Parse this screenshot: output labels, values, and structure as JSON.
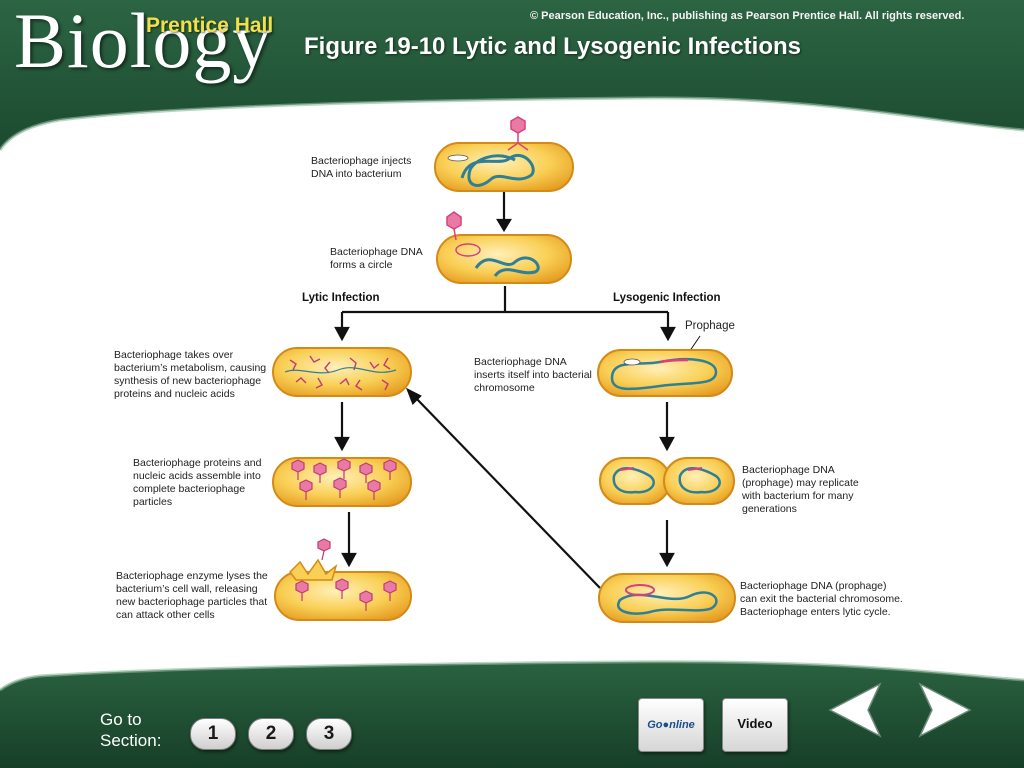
{
  "header": {
    "brand_main": "Biology",
    "brand_sub": "Prentice Hall",
    "copyright": "© Pearson Education, Inc., publishing as Pearson Prentice Hall. All rights reserved.",
    "title": "Figure 19-10 Lytic and Lysogenic Infections"
  },
  "diagram": {
    "step1": [
      "Bacteriophage injects",
      "DNA into bacterium"
    ],
    "step2": [
      "Bacteriophage DNA",
      "forms a circle"
    ],
    "lytic_label": "Lytic Infection",
    "lysogenic_label": "Lysogenic Infection",
    "prophage_label": "Prophage",
    "lytic1": [
      "Bacteriophage takes over",
      "bacterium’s metabolism, causing",
      "synthesis of new bacteriophage",
      "proteins and nucleic acids"
    ],
    "lytic2": [
      "Bacteriophage proteins and",
      "nucleic acids assemble into",
      "complete bacteriophage",
      "particles"
    ],
    "lytic3": [
      "Bacteriophage enzyme lyses the",
      "bacterium’s cell wall, releasing",
      "new bacteriophage particles that",
      "can attack other cells"
    ],
    "lyso1": [
      "Bacteriophage DNA",
      "inserts itself into bacterial",
      "chromosome"
    ],
    "lyso2": [
      "Bacteriophage DNA",
      "(prophage) may replicate",
      "with bacterium for many",
      "generations"
    ],
    "lyso3": [
      "Bacteriophage DNA (prophage)",
      "can exit the bacterial chromosome.",
      "Bacteriophage enters lytic cycle."
    ]
  },
  "footer": {
    "goto": [
      "Go to",
      "Section:"
    ],
    "sections": [
      "1",
      "2",
      "3"
    ],
    "go_online_prefix": "Go",
    "go_online_suffix": "nline",
    "video": "Video"
  },
  "colors": {
    "green_dark": "#1d4a30",
    "green_mid": "#2f6a45",
    "cell_fill": "#f7c43f",
    "cell_edge": "#d48a14",
    "dna_blue": "#2e7f97",
    "phage_pink": "#d9407c"
  }
}
